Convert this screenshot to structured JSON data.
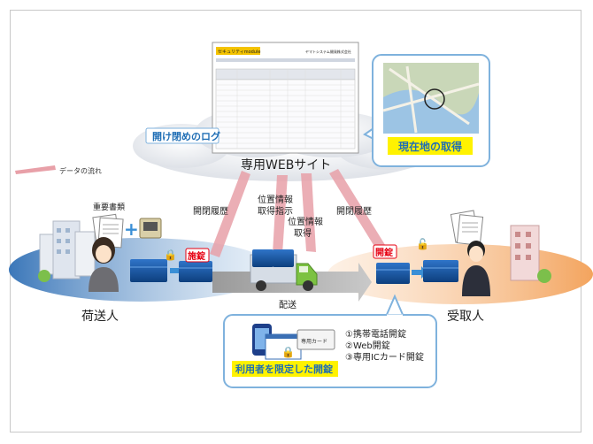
{
  "legend": {
    "flow_label": "データの流れ"
  },
  "cloud": {
    "title": "専用WEBサイト",
    "log_label": "開け閉めのログ"
  },
  "screen": {
    "logo_text": "セキュリティmodule",
    "company": "ヤマトシステム開発株式会社"
  },
  "map_callout": {
    "label": "現在地の取得"
  },
  "flows": {
    "history_left": "開閉履歴",
    "location_instruction_1": "位置情報",
    "location_instruction_2": "取得指示",
    "location_get_1": "位置情報",
    "location_get_2": "取得",
    "history_right": "開閉履歴"
  },
  "sender": {
    "docs_label": "重要書類",
    "lock_badge": "施錠",
    "name": "荷送人"
  },
  "transport": {
    "label": "配送"
  },
  "receiver": {
    "unlock_badge": "開錠",
    "name": "受取人"
  },
  "unlock_box": {
    "card_label": "専用カード",
    "methods": [
      "①携帯電話開錠",
      "②Web開錠",
      "③専用ICカード開錠"
    ],
    "badge": "利用者を限定した開錠"
  },
  "colors": {
    "flow_arrow": "#e8a0a8",
    "badge_red": "#e60012",
    "callout_border": "#7fb2dd",
    "badge_yellow": "#fff200"
  }
}
